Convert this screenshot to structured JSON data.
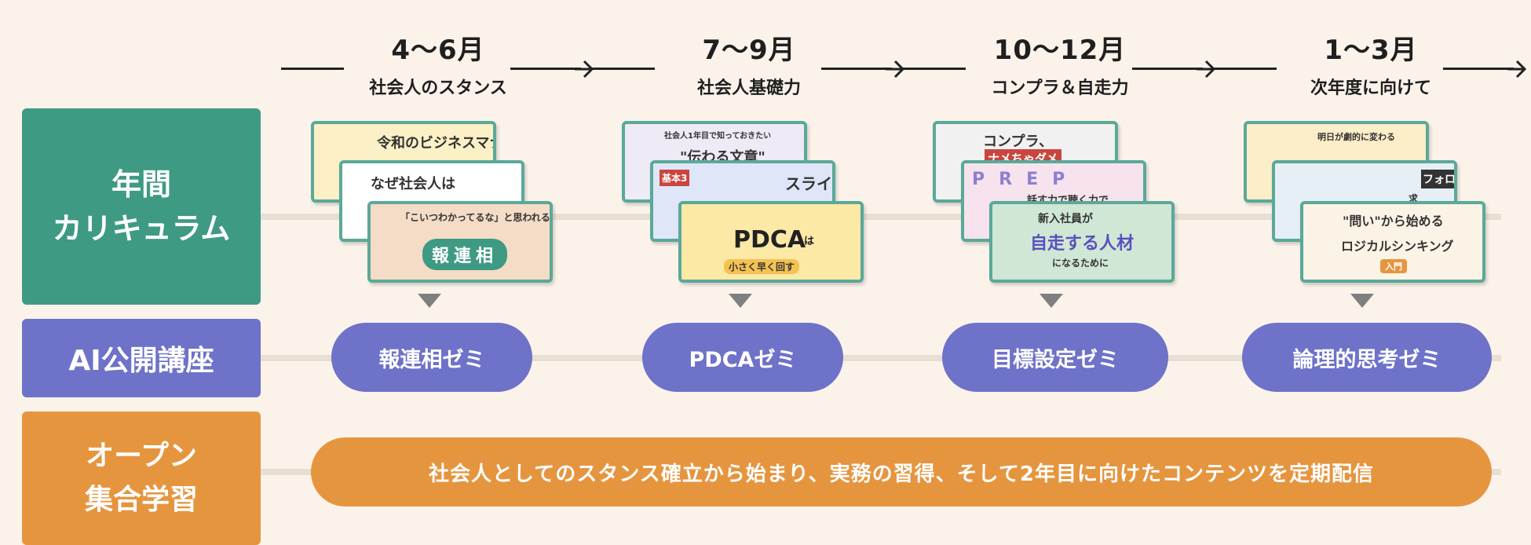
{
  "periods": [
    {
      "range": "4～6月",
      "theme": "社会人のスタンス"
    },
    {
      "range": "7～9月",
      "theme": "社会人基礎力"
    },
    {
      "range": "10～12月",
      "theme": "コンプラ＆自走力"
    },
    {
      "range": "1～3月",
      "theme": "次年度に向けて"
    }
  ],
  "rows": {
    "curriculum": [
      "年間",
      "カリキュラム"
    ],
    "ai": "AI公開講座",
    "open": [
      "オープン",
      "集合学習"
    ]
  },
  "cards": {
    "g1": [
      "令和のビジネスマナー",
      "なぜ社会人は",
      "「こいつわかってるな」と思われる",
      "報連相"
    ],
    "g2": [
      "社会人1年目で知っておきたい",
      "\"伝わる文章\"",
      "基本3",
      "スライド",
      "PDCA",
      "は",
      "小さく早く回す"
    ],
    "g3": [
      "コンプラ、",
      "ナメちゃダメ",
      "PREP",
      "話す力で聴く力で",
      "新入社員が",
      "自走する人材",
      "になるために"
    ],
    "g4": [
      "明日が劇的に変わる",
      "フォロ",
      "求",
      "\"問い\"から始める",
      "ロジカルシンキング",
      "入門"
    ]
  },
  "ai_seminars": [
    "報連相ゼミ",
    "PDCAゼミ",
    "目標設定ゼミ",
    "論理的思考ゼミ"
  ],
  "open_text": "社会人としてのスタンス確立から始まり、実務の習得、そして2年目に向けたコンテンツを定期配信",
  "colors": {
    "teal": "#3e9a83",
    "purple": "#6e72c8",
    "orange": "#e6953f",
    "background": "#fbf3ea"
  }
}
